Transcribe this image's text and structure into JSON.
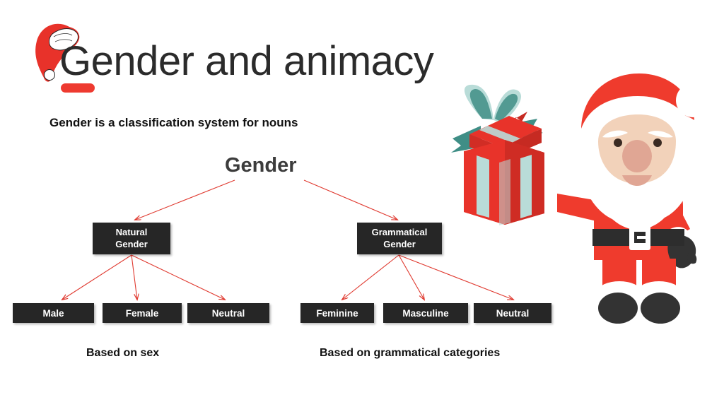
{
  "slide": {
    "title": "Gender and animacy",
    "subtitle": "Gender is a classification system for nouns",
    "background_color": "#ffffff",
    "accent_color": "#ee3a30"
  },
  "diagram": {
    "root": {
      "label": "Gender",
      "color": "#3c3c3c"
    },
    "arrow_color": "#e03a30",
    "node_fill": "#262626",
    "node_text_color": "#ffffff",
    "branches": [
      {
        "label": "Natural Gender",
        "line1": "Natural",
        "line2": "Gender",
        "caption": "Based on sex",
        "children": [
          {
            "label": "Male"
          },
          {
            "label": "Female"
          },
          {
            "label": "Neutral"
          }
        ]
      },
      {
        "label": "Grammatical Gender",
        "line1": "Grammatical",
        "line2": "Gender",
        "caption": "Based on grammatical categories",
        "children": [
          {
            "label": "Feminine"
          },
          {
            "label": "Masculine"
          },
          {
            "label": "Neutral"
          }
        ]
      }
    ]
  },
  "decorations": {
    "title_hat": {
      "name": "santa-hat-icon",
      "hat_color": "#e8322a",
      "trim_color": "#ffffff"
    },
    "gift": {
      "name": "gift-box-illustration",
      "box_color": "#e8332a",
      "box_side_color": "#c62a22",
      "ribbon_color": "#b9dcd8",
      "bow_color": "#3f8e86"
    },
    "santa": {
      "name": "santa-claus-illustration",
      "suit_color": "#ef3b2d",
      "hat_color": "#ef3b2d",
      "beard_color": "#ffffff",
      "skin_color": "#f2d2ba",
      "nose_color": "#e0a694",
      "belt_color": "#2d2d2d",
      "boot_color": "#333333"
    }
  }
}
